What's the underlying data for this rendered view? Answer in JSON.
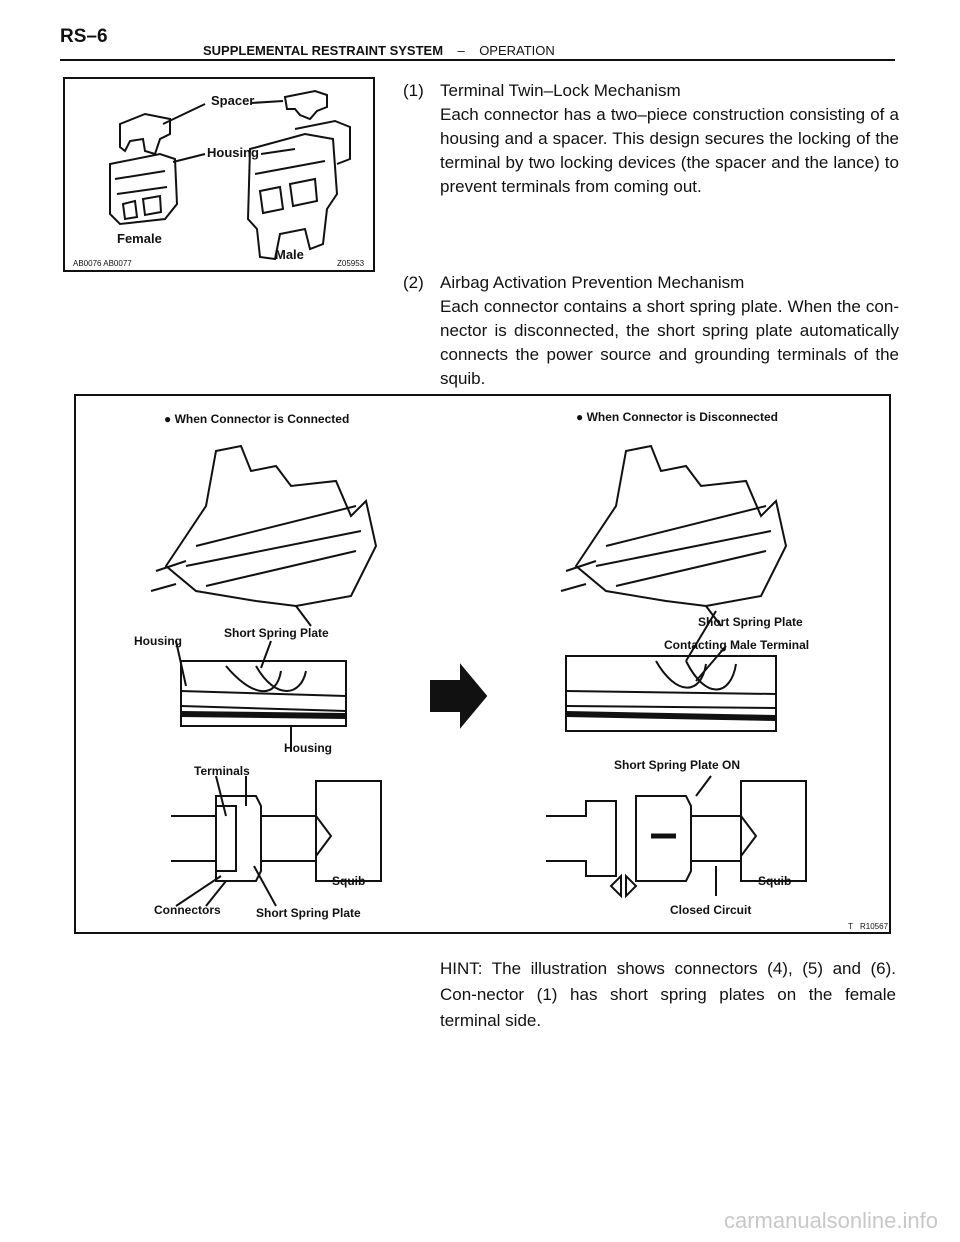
{
  "header": {
    "page_code": "RS–6",
    "section": "SUPPLEMENTAL RESTRAINT SYSTEM",
    "separator": "–",
    "subsection": "OPERATION"
  },
  "figure1": {
    "labels": {
      "spacer": "Spacer",
      "housing": "Housing",
      "female": "Female",
      "male": "Male"
    },
    "code_left": "AB0076 AB0077",
    "code_right": "Z05953"
  },
  "items": [
    {
      "number": "(1)",
      "heading": "Terminal Twin–Lock Mechanism",
      "body": "Each connector has a two–piece construction consisting of a housing and a spacer. This design secures the locking of the terminal by two locking devices (the spacer and the lance) to prevent terminals from coming out."
    },
    {
      "number": "(2)",
      "heading": "Airbag Activation Prevention Mechanism",
      "body": "Each connector contains a short spring plate. When the con-nector is disconnected, the short spring plate automatically connects the power source and grounding terminals of the squib."
    }
  ],
  "figure2": {
    "left_title": "When Connector is Connected",
    "right_title": "When Connector is Disconnected",
    "labels": {
      "short_spring_plate": "Short Spring Plate",
      "housing": "Housing",
      "contacting_male_terminal": "Contacting Male Terminal",
      "short_spring_plate_on": "Short Spring Plate ON",
      "terminals": "Terminals",
      "connectors": "Connectors",
      "squib": "Squib",
      "closed_circuit": "Closed Circuit"
    },
    "code": "R10567",
    "code_prefix": "T"
  },
  "hint": "HINT: The illustration shows connectors (4), (5) and (6). Con-nector (1) has short spring plates on the female terminal side.",
  "watermark": "carmanualsonline.info"
}
